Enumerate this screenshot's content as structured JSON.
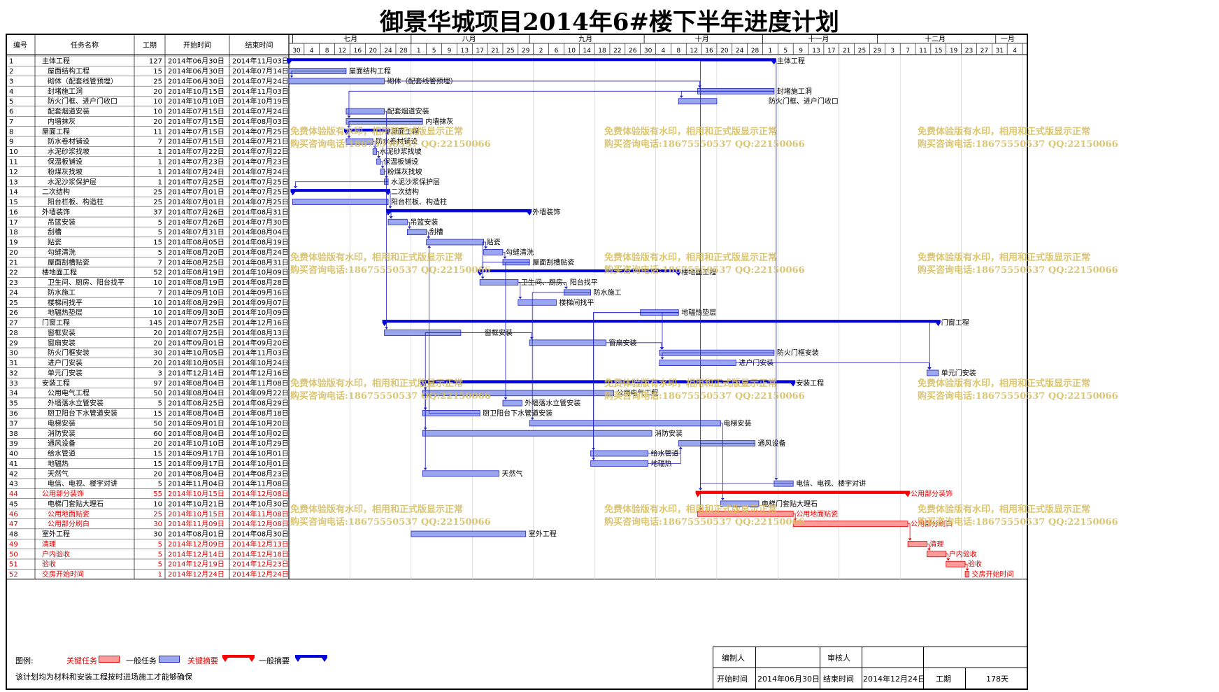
{
  "title": "御景华城项目2014年6#楼下半年进度计划",
  "headers": {
    "id": "编号",
    "name": "任务名称",
    "duration": "工期",
    "start": "开始时间",
    "end": "结束时间"
  },
  "months": [
    "七月",
    "八月",
    "九月",
    "十月",
    "十一月",
    "十二月",
    "一月"
  ],
  "day_ticks": [
    "30",
    "4",
    "8",
    "12",
    "16",
    "20",
    "24",
    "28",
    "1",
    "5",
    "9",
    "13",
    "17",
    "21",
    "25",
    "29",
    "2",
    "6",
    "10",
    "14",
    "18",
    "22",
    "26",
    "30",
    "4",
    "8",
    "12",
    "16",
    "20",
    "24",
    "28",
    "1",
    "5",
    "9",
    "13",
    "17",
    "21",
    "25",
    "29",
    "3",
    "7",
    "11",
    "15",
    "19",
    "23",
    "27",
    "31",
    "4",
    "8"
  ],
  "colors": {
    "task_fill": "#9aa6ee",
    "task_border": "#2020c0",
    "summary": "#0000dd",
    "critical": "#ff0000",
    "critical_fill": "#ff9a9a",
    "link": "#2020c0"
  },
  "chart_data": {
    "type": "gantt",
    "timeline_start": "2014-06-30",
    "timeline_end": "2015-01-08",
    "tasks": [
      {
        "id": "1",
        "name": "主体工程",
        "dur": "127",
        "start": "2014年06月30日",
        "end": "2014年11月03日",
        "s": "2014-06-30",
        "e": "2014-11-03",
        "kind": "summary",
        "label": "主体工程",
        "level": 0
      },
      {
        "id": "2",
        "name": "屋面结构工程",
        "dur": "15",
        "start": "2014年06月30日",
        "end": "2014年07月14日",
        "s": "2014-06-30",
        "e": "2014-07-14",
        "kind": "task",
        "label": "屋面结构工程",
        "level": 1
      },
      {
        "id": "3",
        "name": "砌体（配套线管预埋）",
        "dur": "25",
        "start": "2014年06月30日",
        "end": "2014年07月24日",
        "s": "2014-06-30",
        "e": "2014-07-24",
        "kind": "task",
        "label": "砌体（配套线管预埋）",
        "level": 1
      },
      {
        "id": "4",
        "name": "封堵施工洞",
        "dur": "20",
        "start": "2014年10月15日",
        "end": "2014年11月03日",
        "s": "2014-10-15",
        "e": "2014-11-03",
        "kind": "task",
        "label": "封堵施工洞",
        "level": 1
      },
      {
        "id": "5",
        "name": "防火门框、进户门收口",
        "dur": "10",
        "start": "2014年10月10日",
        "end": "2014年10月19日",
        "s": "2014-10-10",
        "e": "2014-10-19",
        "kind": "task",
        "label": "防火门框、进户门收口",
        "level": 1,
        "label_offset": 70
      },
      {
        "id": "6",
        "name": "配套烟道安装",
        "dur": "10",
        "start": "2014年07月15日",
        "end": "2014年07月24日",
        "s": "2014-07-15",
        "e": "2014-07-24",
        "kind": "task",
        "label": "配套烟道安装",
        "level": 1
      },
      {
        "id": "7",
        "name": "内墙抹灰",
        "dur": "20",
        "start": "2014年07月15日",
        "end": "2014年08月03日",
        "s": "2014-07-15",
        "e": "2014-08-03",
        "kind": "task",
        "label": "内墙抹灰",
        "level": 1
      },
      {
        "id": "8",
        "name": "屋面工程",
        "dur": "11",
        "start": "2014年07月15日",
        "end": "2014年07月25日",
        "s": "2014-07-15",
        "e": "2014-07-25",
        "kind": "summary",
        "label": "屋面工程",
        "level": 0
      },
      {
        "id": "9",
        "name": "防水卷材铺设",
        "dur": "7",
        "start": "2014年07月15日",
        "end": "2014年07月21日",
        "s": "2014-07-15",
        "e": "2014-07-21",
        "kind": "task",
        "label": "防水卷材铺设",
        "level": 1
      },
      {
        "id": "10",
        "name": "水泥砂浆找坡",
        "dur": "1",
        "start": "2014年07月22日",
        "end": "2014年07月22日",
        "s": "2014-07-22",
        "e": "2014-07-22",
        "kind": "task",
        "label": "水泥砂浆找坡",
        "level": 1
      },
      {
        "id": "11",
        "name": "保温板铺设",
        "dur": "1",
        "start": "2014年07月23日",
        "end": "2014年07月23日",
        "s": "2014-07-23",
        "e": "2014-07-23",
        "kind": "task",
        "label": "保温板铺设",
        "level": 1
      },
      {
        "id": "12",
        "name": "粉煤灰找坡",
        "dur": "1",
        "start": "2014年07月24日",
        "end": "2014年07月24日",
        "s": "2014-07-24",
        "e": "2014-07-24",
        "kind": "task",
        "label": "粉煤灰找坡",
        "level": 1
      },
      {
        "id": "13",
        "name": "水泥沙浆保护层",
        "dur": "1",
        "start": "2014年07月25日",
        "end": "2014年07月25日",
        "s": "2014-07-25",
        "e": "2014-07-25",
        "kind": "task",
        "label": "水泥沙浆保护层",
        "level": 1
      },
      {
        "id": "14",
        "name": "二次结构",
        "dur": "25",
        "start": "2014年07月01日",
        "end": "2014年07月25日",
        "s": "2014-07-01",
        "e": "2014-07-25",
        "kind": "summary",
        "label": "二次结构",
        "level": 0
      },
      {
        "id": "15",
        "name": "阳台栏板、构造柱",
        "dur": "25",
        "start": "2014年07月01日",
        "end": "2014年07月25日",
        "s": "2014-07-01",
        "e": "2014-07-25",
        "kind": "task",
        "label": "阳台栏板、构造柱",
        "level": 1
      },
      {
        "id": "16",
        "name": "外墙装饰",
        "dur": "37",
        "start": "2014年07月26日",
        "end": "2014年08月31日",
        "s": "2014-07-26",
        "e": "2014-08-31",
        "kind": "summary",
        "label": "外墙装饰",
        "level": 0
      },
      {
        "id": "17",
        "name": "吊篮安装",
        "dur": "5",
        "start": "2014年07月26日",
        "end": "2014年07月30日",
        "s": "2014-07-26",
        "e": "2014-07-30",
        "kind": "task",
        "label": "吊篮安装",
        "level": 1
      },
      {
        "id": "18",
        "name": "刮槽",
        "dur": "5",
        "start": "2014年07月31日",
        "end": "2014年08月04日",
        "s": "2014-07-31",
        "e": "2014-08-04",
        "kind": "task",
        "label": "刮槽",
        "level": 1
      },
      {
        "id": "19",
        "name": "贴瓷",
        "dur": "15",
        "start": "2014年08月05日",
        "end": "2014年08月19日",
        "s": "2014-08-05",
        "e": "2014-08-19",
        "kind": "task",
        "label": "贴瓷",
        "level": 1
      },
      {
        "id": "20",
        "name": "勾缝清洗",
        "dur": "5",
        "start": "2014年08月20日",
        "end": "2014年08月24日",
        "s": "2014-08-20",
        "e": "2014-08-24",
        "kind": "task",
        "label": "勾缝清洗",
        "level": 1
      },
      {
        "id": "21",
        "name": "屋面刮槽贴瓷",
        "dur": "7",
        "start": "2014年08月25日",
        "end": "2014年08月31日",
        "s": "2014-08-25",
        "e": "2014-08-31",
        "kind": "task",
        "label": "屋面刮槽贴瓷",
        "level": 1
      },
      {
        "id": "22",
        "name": "楼地面工程",
        "dur": "52",
        "start": "2014年08月19日",
        "end": "2014年10月09日",
        "s": "2014-08-19",
        "e": "2014-10-09",
        "kind": "summary",
        "label": "楼地面工程",
        "level": 0
      },
      {
        "id": "23",
        "name": "卫生间、厨房、阳台找平",
        "dur": "10",
        "start": "2014年08月19日",
        "end": "2014年08月28日",
        "s": "2014-08-19",
        "e": "2014-08-28",
        "kind": "task",
        "label": "卫生间、厨房、阳台找平",
        "level": 1
      },
      {
        "id": "24",
        "name": "防水施工",
        "dur": "7",
        "start": "2014年09月10日",
        "end": "2014年09月16日",
        "s": "2014-09-10",
        "e": "2014-09-16",
        "kind": "task",
        "label": "防水施工",
        "level": 1
      },
      {
        "id": "25",
        "name": "楼梯间找平",
        "dur": "10",
        "start": "2014年08月29日",
        "end": "2014年09月07日",
        "s": "2014-08-29",
        "e": "2014-09-07",
        "kind": "task",
        "label": "楼梯间找平",
        "level": 1
      },
      {
        "id": "26",
        "name": "地辐热垫层",
        "dur": "10",
        "start": "2014年09月30日",
        "end": "2014年10月09日",
        "s": "2014-09-30",
        "e": "2014-10-09",
        "kind": "task",
        "label": "地辐热垫层",
        "level": 1
      },
      {
        "id": "27",
        "name": "门窗工程",
        "dur": "145",
        "start": "2014年07月25日",
        "end": "2014年12月16日",
        "s": "2014-07-25",
        "e": "2014-12-16",
        "kind": "summary",
        "label": "门窗工程",
        "level": 0
      },
      {
        "id": "28",
        "name": "窗框安装",
        "dur": "20",
        "start": "2014年07月25日",
        "end": "2014年08月13日",
        "s": "2014-07-25",
        "e": "2014-08-13",
        "kind": "task",
        "label": "窗框安装",
        "level": 1,
        "label_offset": 30
      },
      {
        "id": "29",
        "name": "窗扇安装",
        "dur": "20",
        "start": "2014年09月01日",
        "end": "2014年09月20日",
        "s": "2014-09-01",
        "e": "2014-09-20",
        "kind": "task",
        "label": "窗扇安装",
        "level": 1
      },
      {
        "id": "30",
        "name": "防火门框安装",
        "dur": "30",
        "start": "2014年10月05日",
        "end": "2014年11月03日",
        "s": "2014-10-05",
        "e": "2014-11-03",
        "kind": "task",
        "label": "防火门框安装",
        "level": 1
      },
      {
        "id": "31",
        "name": "进户门安装",
        "dur": "20",
        "start": "2014年10月05日",
        "end": "2014年10月24日",
        "s": "2014-10-05",
        "e": "2014-10-24",
        "kind": "task",
        "label": "进户门安装",
        "level": 1
      },
      {
        "id": "32",
        "name": "单元门安装",
        "dur": "3",
        "start": "2014年12月14日",
        "end": "2014年12月16日",
        "s": "2014-12-14",
        "e": "2014-12-16",
        "kind": "task",
        "label": "单元门安装",
        "level": 1
      },
      {
        "id": "33",
        "name": "安装工程",
        "dur": "97",
        "start": "2014年08月04日",
        "end": "2014年11月08日",
        "s": "2014-08-04",
        "e": "2014-11-08",
        "kind": "summary",
        "label": "安装工程",
        "level": 0
      },
      {
        "id": "34",
        "name": "公用电气工程",
        "dur": "50",
        "start": "2014年08月04日",
        "end": "2014年09月22日",
        "s": "2014-08-04",
        "e": "2014-09-22",
        "kind": "task",
        "label": "公用电气工程",
        "level": 1
      },
      {
        "id": "35",
        "name": "外墙落水立管安装",
        "dur": "5",
        "start": "2014年08月25日",
        "end": "2014年08月29日",
        "s": "2014-08-25",
        "e": "2014-08-29",
        "kind": "task",
        "label": "外墙落水立管安装",
        "level": 1
      },
      {
        "id": "36",
        "name": "厨卫阳台下水管道安装",
        "dur": "15",
        "start": "2014年08月04日",
        "end": "2014年08月18日",
        "s": "2014-08-04",
        "e": "2014-08-18",
        "kind": "task",
        "label": "厨卫阳台下水管道安装",
        "level": 1
      },
      {
        "id": "37",
        "name": "电梯安装",
        "dur": "50",
        "start": "2014年09月01日",
        "end": "2014年10月20日",
        "s": "2014-09-01",
        "e": "2014-10-20",
        "kind": "task",
        "label": "电梯安装",
        "level": 1
      },
      {
        "id": "38",
        "name": "消防安装",
        "dur": "60",
        "start": "2014年08月04日",
        "end": "2014年10月02日",
        "s": "2014-08-04",
        "e": "2014-10-02",
        "kind": "task",
        "label": "消防安装",
        "level": 1
      },
      {
        "id": "39",
        "name": "通风设备",
        "dur": "20",
        "start": "2014年10月10日",
        "end": "2014年10月29日",
        "s": "2014-10-10",
        "e": "2014-10-29",
        "kind": "task",
        "label": "通风设备",
        "level": 1
      },
      {
        "id": "40",
        "name": "给水管道",
        "dur": "15",
        "start": "2014年09月17日",
        "end": "2014年10月01日",
        "s": "2014-09-17",
        "e": "2014-10-01",
        "kind": "task",
        "label": "给水管道",
        "level": 1
      },
      {
        "id": "41",
        "name": "地辐热",
        "dur": "15",
        "start": "2014年09月17日",
        "end": "2014年10月01日",
        "s": "2014-09-17",
        "e": "2014-10-01",
        "kind": "task",
        "label": "地辐热",
        "level": 1
      },
      {
        "id": "42",
        "name": "天然气",
        "dur": "20",
        "start": "2014年08月04日",
        "end": "2014年08月23日",
        "s": "2014-08-04",
        "e": "2014-08-23",
        "kind": "task",
        "label": "天然气",
        "level": 1
      },
      {
        "id": "43",
        "name": "电信、电视、楼宇对讲",
        "dur": "5",
        "start": "2014年11月04日",
        "end": "2014年11月08日",
        "s": "2014-11-04",
        "e": "2014-11-08",
        "kind": "task",
        "label": "电信、电视、楼宇对讲",
        "level": 1
      },
      {
        "id": "44",
        "name": "公用部分装饰",
        "dur": "55",
        "start": "2014年10月15日",
        "end": "2014年12月08日",
        "s": "2014-10-15",
        "e": "2014-12-08",
        "kind": "crit_summary",
        "label": "公用部分装饰",
        "level": 0
      },
      {
        "id": "45",
        "name": "电梯门套贴大理石",
        "dur": "10",
        "start": "2014年10月21日",
        "end": "2014年10月30日",
        "s": "2014-10-21",
        "e": "2014-10-30",
        "kind": "task",
        "label": "电梯门套贴大理石",
        "level": 1
      },
      {
        "id": "46",
        "name": "公用地面贴瓷",
        "dur": "25",
        "start": "2014年10月15日",
        "end": "2014年11月08日",
        "s": "2014-10-15",
        "e": "2014-11-08",
        "kind": "crit",
        "label": "公用地面贴瓷",
        "level": 1
      },
      {
        "id": "47",
        "name": "公用部分刷白",
        "dur": "30",
        "start": "2014年11月09日",
        "end": "2014年12月08日",
        "s": "2014-11-09",
        "e": "2014-12-08",
        "kind": "crit",
        "label": "公用部分刷白",
        "level": 1
      },
      {
        "id": "48",
        "name": "室外工程",
        "dur": "30",
        "start": "2014年08月01日",
        "end": "2014年08月30日",
        "s": "2014-08-01",
        "e": "2014-08-30",
        "kind": "task",
        "label": "室外工程",
        "level": 0
      },
      {
        "id": "49",
        "name": "清理",
        "dur": "5",
        "start": "2014年12月09日",
        "end": "2014年12月13日",
        "s": "2014-12-09",
        "e": "2014-12-13",
        "kind": "crit",
        "label": "清理",
        "level": 0
      },
      {
        "id": "50",
        "name": "户内验收",
        "dur": "5",
        "start": "2014年12月14日",
        "end": "2014年12月18日",
        "s": "2014-12-14",
        "e": "2014-12-18",
        "kind": "crit",
        "label": "户内验收",
        "level": 0
      },
      {
        "id": "51",
        "name": "验收",
        "dur": "5",
        "start": "2014年12月19日",
        "end": "2014年12月23日",
        "s": "2014-12-19",
        "e": "2014-12-23",
        "kind": "crit",
        "label": "验收",
        "level": 0
      },
      {
        "id": "52",
        "name": "交房开始时间",
        "dur": "1",
        "start": "2014年12月24日",
        "end": "2014年12月24日",
        "s": "2014-12-24",
        "e": "2014-12-24",
        "kind": "crit",
        "label": "交房开始时间",
        "level": 0
      }
    ],
    "links": [
      [
        2,
        3
      ],
      [
        3,
        4
      ],
      [
        4,
        5
      ],
      [
        4,
        7
      ],
      [
        7,
        8
      ],
      [
        7,
        9
      ],
      [
        9,
        10
      ],
      [
        10,
        11
      ],
      [
        11,
        12
      ],
      [
        12,
        13
      ],
      [
        13,
        14
      ],
      [
        14,
        16
      ],
      [
        16,
        17
      ],
      [
        17,
        18
      ],
      [
        18,
        19
      ],
      [
        19,
        20
      ],
      [
        20,
        21
      ],
      [
        21,
        22
      ],
      [
        1,
        44
      ],
      [
        6,
        28
      ],
      [
        28,
        29
      ],
      [
        29,
        30
      ],
      [
        30,
        31
      ],
      [
        26,
        30
      ],
      [
        26,
        40
      ],
      [
        26,
        41
      ],
      [
        37,
        45
      ],
      [
        19,
        23
      ],
      [
        23,
        25
      ],
      [
        23,
        24
      ],
      [
        24,
        37
      ],
      [
        33,
        34
      ],
      [
        33,
        36
      ],
      [
        33,
        38
      ],
      [
        33,
        42
      ],
      [
        36,
        19
      ],
      [
        40,
        39
      ],
      [
        41,
        39
      ],
      [
        39,
        44
      ],
      [
        43,
        44
      ],
      [
        1,
        43
      ],
      [
        44,
        46
      ],
      [
        46,
        47
      ],
      [
        47,
        49
      ],
      [
        49,
        50
      ],
      [
        50,
        51
      ],
      [
        51,
        52
      ],
      [
        21,
        35
      ],
      [
        28,
        36
      ],
      [
        16,
        17
      ],
      [
        31,
        32
      ],
      [
        27,
        32
      ]
    ]
  },
  "watermark": {
    "line1": "免费体验版有水印，相用和正式版显示正常",
    "line2": "购买咨询电话:18675550537 QQ:22150066"
  },
  "legend": {
    "label": "图例:",
    "critical_task": "关键任务",
    "normal_task": "一般任务",
    "critical_summary": "关键摘要",
    "normal_summary": "一般摘要",
    "note": "该计划均为材料和安装工程按时进场施工才能够确保"
  },
  "footer": {
    "editor_label": "编制人",
    "reviewer_label": "审核人",
    "start_label": "开始时间",
    "start_value": "2014年06月30日",
    "end_label": "结束时间",
    "end_value": "2014年12月24日",
    "duration_label": "工期",
    "duration_value": "178天"
  }
}
